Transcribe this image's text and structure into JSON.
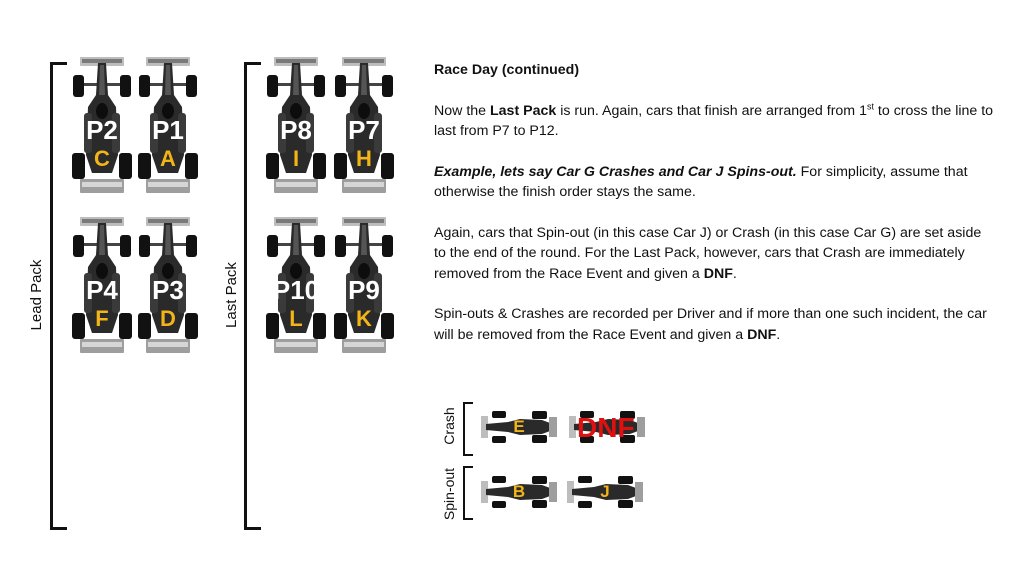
{
  "lead_pack": {
    "label": "Lead Pack",
    "cars": [
      {
        "pos": "P2",
        "letter": "C"
      },
      {
        "pos": "P1",
        "letter": "A"
      },
      {
        "pos": "P4",
        "letter": "F"
      },
      {
        "pos": "P3",
        "letter": "D"
      }
    ]
  },
  "last_pack": {
    "label": "Last Pack",
    "cars": [
      {
        "pos": "P8",
        "letter": "I"
      },
      {
        "pos": "P7",
        "letter": "H"
      },
      {
        "pos": "P10",
        "letter": "L"
      },
      {
        "pos": "P9",
        "letter": "K"
      }
    ]
  },
  "text": {
    "title": "Race Day (continued)",
    "p1_a": "Now the ",
    "p1_b": "Last Pack",
    "p1_c": " is run.  Again, cars that finish are arranged from 1",
    "p1_sup": "st",
    "p1_d": " to cross the line to last from P7 to P12.",
    "p2_em": "Example, lets say Car G Crashes and Car J Spins-out.",
    "p2_rest": " For simplicity, assume that otherwise the finish order stays the same.",
    "p3_a": "Again, cars that Spin-out (in this case Car J) or Crash (in this case Car G) are set aside to the end of the round.  For the Last Pack, however, cars that Crash are immediately removed from the Race Event and given a ",
    "p3_b": "DNF",
    "p3_c": ".",
    "p4_a": "Spin-outs & Crashes are recorded per Driver and if more than one such incident, the car will be removed from the Race Event and given a ",
    "p4_b": "DNF",
    "p4_c": "."
  },
  "incidents": {
    "crash_label": "Crash",
    "spinout_label": "Spin-out",
    "crash_cars": [
      {
        "letter": "E"
      }
    ],
    "dnf_label": "DNF",
    "spinout_cars": [
      {
        "letter": "B"
      },
      {
        "letter": "J"
      }
    ]
  },
  "colors": {
    "car_letter": "#f2b418",
    "dnf": "#e01010",
    "car_body": "#2a2a2a"
  }
}
